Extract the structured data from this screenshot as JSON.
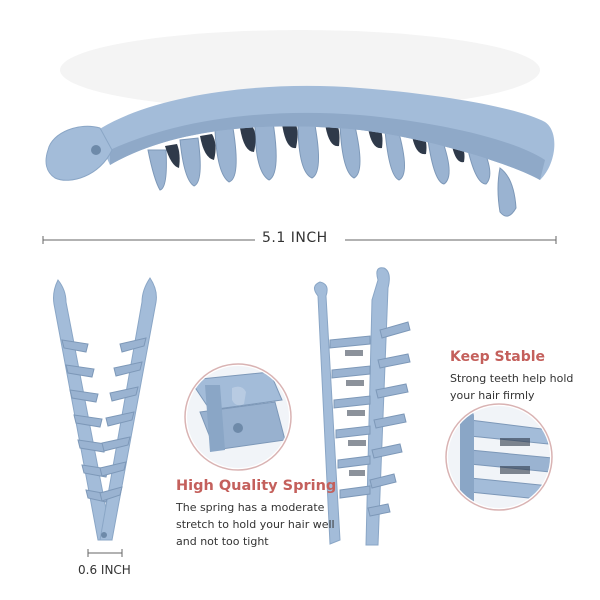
{
  "measurements": {
    "length_label": "5.1 INCH",
    "width_label": "0.6 INCH"
  },
  "features": {
    "keep_stable": {
      "title": "Keep Stable",
      "body": "Strong teeth help hold your hair firmly"
    },
    "spring": {
      "title": "High Quality Spring",
      "body": "The spring has a moderate stretch to hold your hair well and not too tight"
    }
  },
  "colors": {
    "clip": "#a3bcd9",
    "clip_shade": "#8aa6c6",
    "clip_dark": "#6e8aa9",
    "accent": "#c4605c",
    "text": "#333333",
    "circle_border": "#d9b3b3"
  }
}
